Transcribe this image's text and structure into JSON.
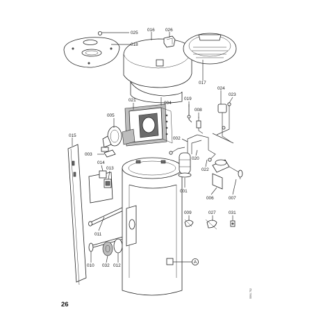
{
  "page_number": "26",
  "side_reference": "5591 752",
  "callout_A": "A",
  "parts": {
    "p025": "025",
    "p016": "016",
    "p026": "026",
    "p018": "018",
    "p017": "017",
    "p021": "021",
    "p004": "004",
    "p019": "019",
    "p024": "024",
    "p023": "023",
    "p008": "008",
    "p005": "005",
    "p015": "015",
    "p002": "002",
    "p003": "003",
    "p020": "020",
    "p022": "022",
    "p014": "014",
    "p013": "013",
    "p001": "001",
    "p006": "006",
    "p007": "007",
    "p009": "009",
    "p027": "027",
    "p031": "031",
    "p011": "011",
    "p010": "010",
    "p032": "032",
    "p012": "012"
  }
}
